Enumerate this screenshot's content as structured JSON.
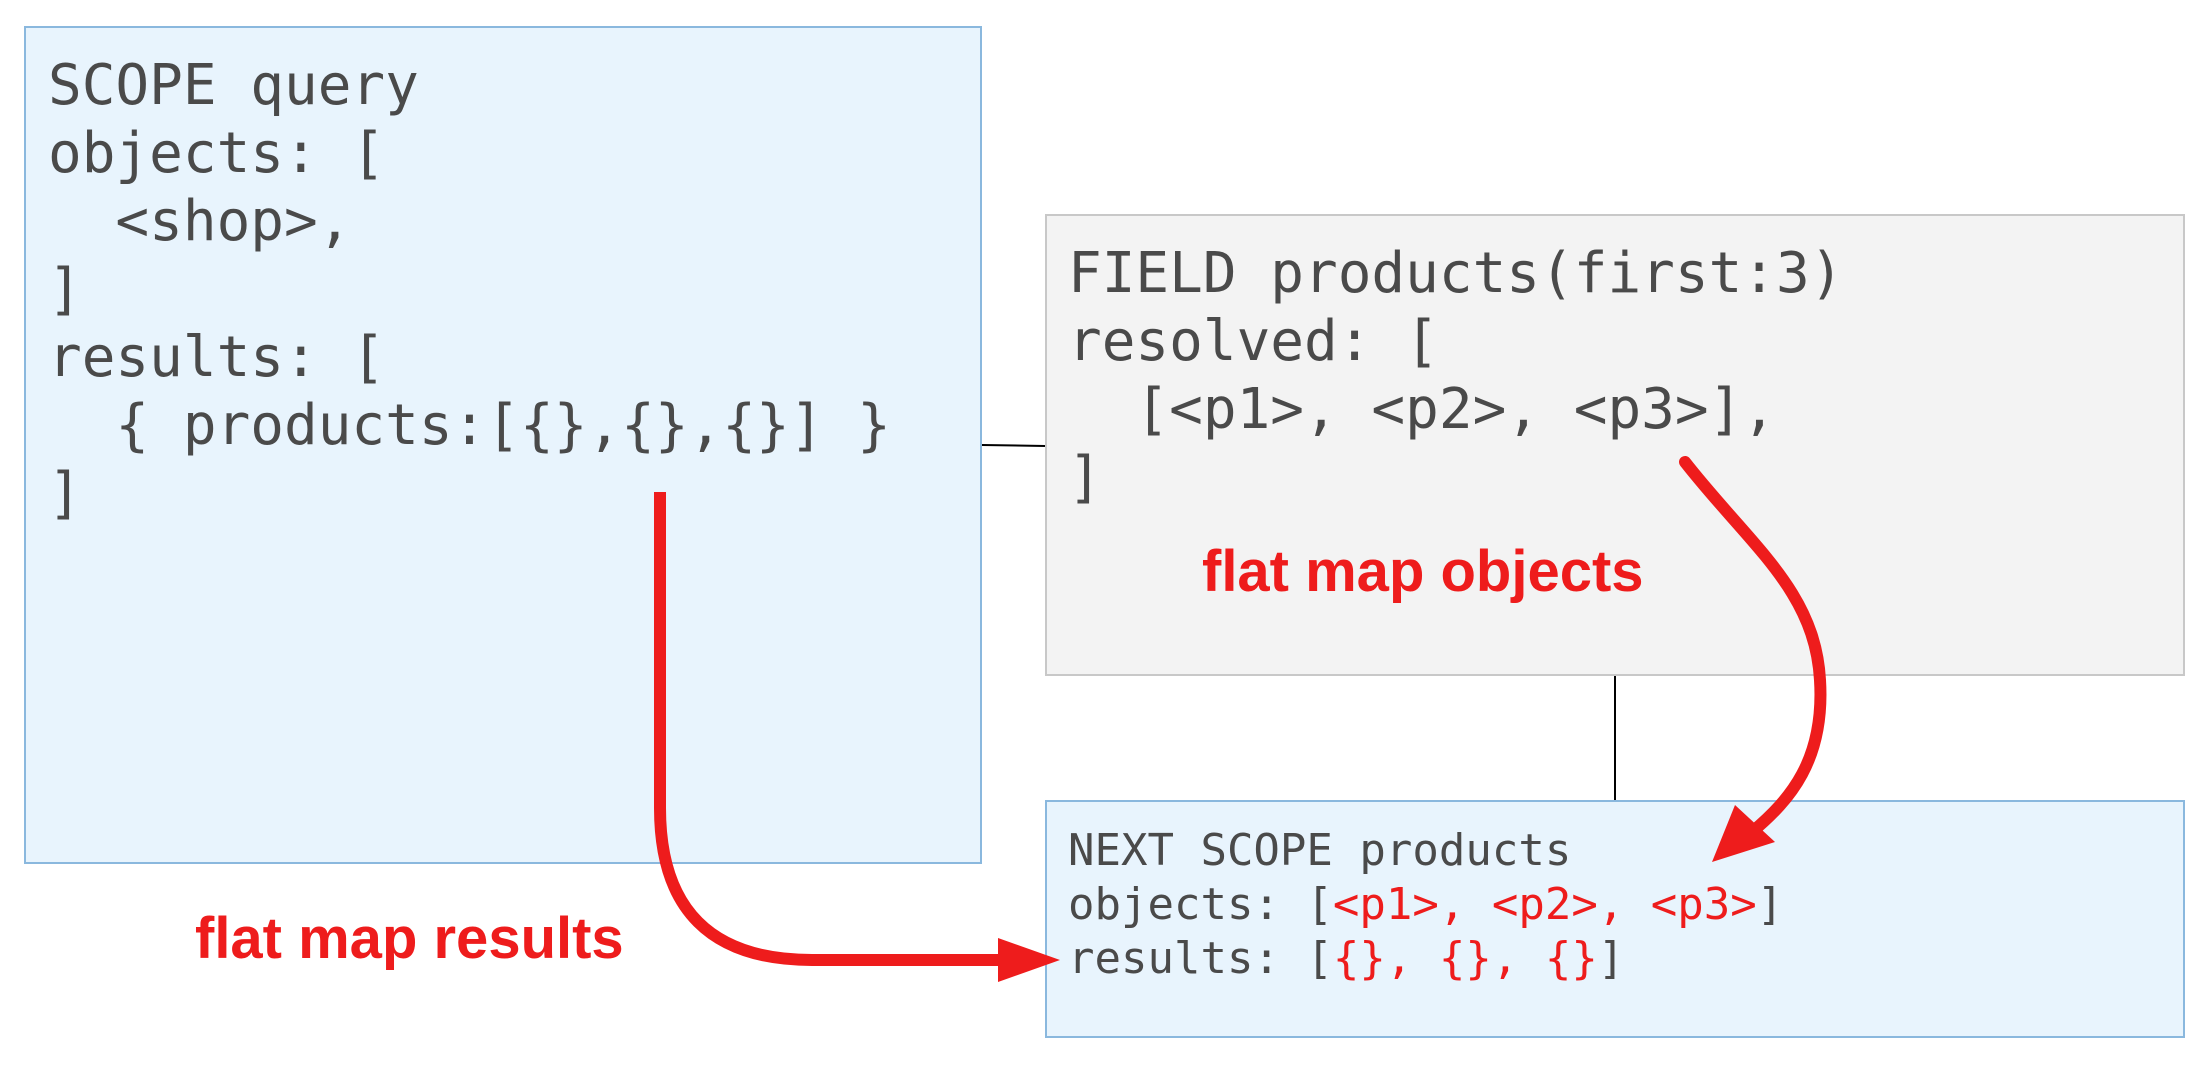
{
  "scope_box": {
    "lines": [
      "SCOPE query",
      "objects: [",
      "  <shop>,",
      "]",
      "results: [",
      "  { products:[{},{},{}] }",
      "]"
    ]
  },
  "field_box": {
    "lines": [
      "FIELD products(first:3)",
      "resolved: [",
      "  [<p1>, <p2>, <p3>],",
      "]"
    ]
  },
  "next_box": {
    "title": "NEXT SCOPE products",
    "objects_key": "objects: [",
    "objects_value": "<p1>, <p2>, <p3>",
    "objects_close": "]",
    "results_key": "results: [",
    "results_value": "{}, {}, {}",
    "results_close": "]"
  },
  "labels": {
    "flat_map_objects": "flat map objects",
    "flat_map_results": "flat map results"
  },
  "colors": {
    "accent": "#ee1c1c",
    "blue_fill": "#e8f4fd",
    "blue_border": "#8ab8de",
    "gray_fill": "#f3f3f3",
    "gray_border": "#c8c8c8",
    "text": "#4a4a4a"
  }
}
